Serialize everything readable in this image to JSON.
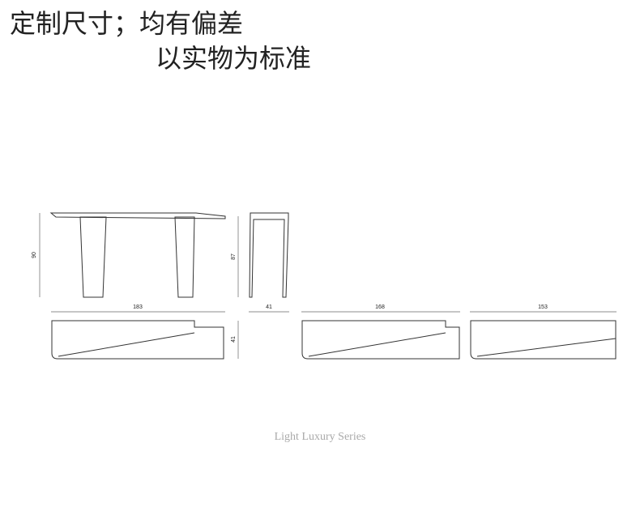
{
  "heading": {
    "line1": "定制尺寸；均有偏差",
    "line2": "以实物为标准"
  },
  "dimensions": {
    "front_height": "90",
    "front_width": "183",
    "side_height": "87",
    "side_width": "41",
    "top_depth": "41",
    "top_mid_width": "168",
    "top_small_width": "153"
  },
  "footer": {
    "series": "Light Luxury Series"
  }
}
